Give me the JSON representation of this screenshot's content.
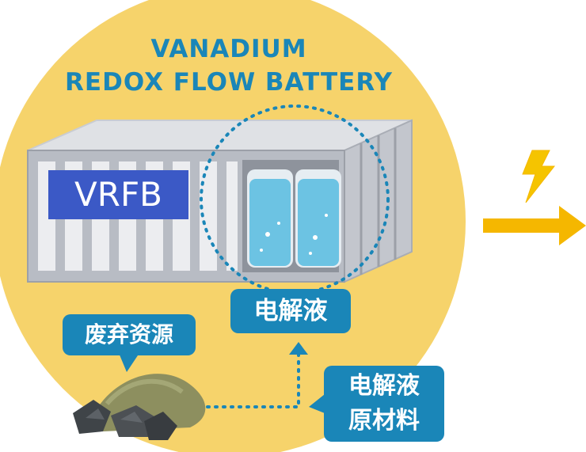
{
  "title": {
    "line1": "VANADIUM",
    "line2": "REDOX FLOW BATTERY"
  },
  "container_label": "VRFB",
  "callouts": {
    "electrolyte": "电解液",
    "waste_resources": "废弃资源",
    "raw_material_line1": "电解液",
    "raw_material_line2": "原材料"
  },
  "icons": [
    "lightning-icon",
    "arrow-right-icon",
    "ore-pile-icon"
  ],
  "colors": {
    "circle": "#f6d36b",
    "accent_blue": "#1a86b8",
    "label_blue": "#3b59c6",
    "arrow": "#f5b700",
    "container_gray": "#b8bcc4",
    "tank_water": "#6cc3e3"
  }
}
